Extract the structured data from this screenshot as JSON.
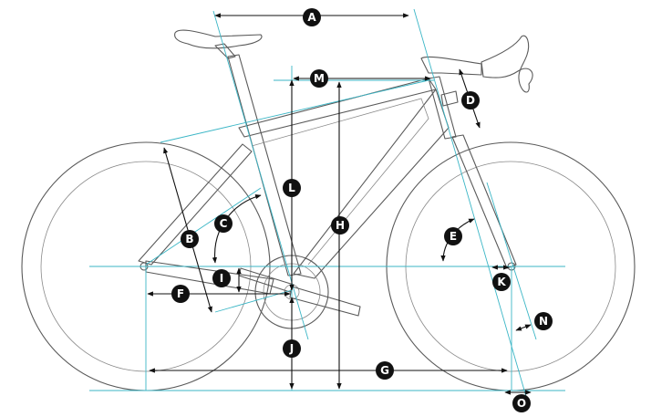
{
  "colors": {
    "reference_line": "#3bb6c6",
    "dimension_line": "#111111",
    "bike_outline": "#5a5a5a",
    "badge_fill": "#111111",
    "badge_text": "#ffffff"
  },
  "labels": {
    "A": "A",
    "B": "B",
    "C": "C",
    "D": "D",
    "E": "E",
    "F": "F",
    "G": "G",
    "H": "H",
    "I": "I",
    "J": "J",
    "K": "K",
    "L": "L",
    "M": "M",
    "N": "N",
    "O": "O"
  }
}
